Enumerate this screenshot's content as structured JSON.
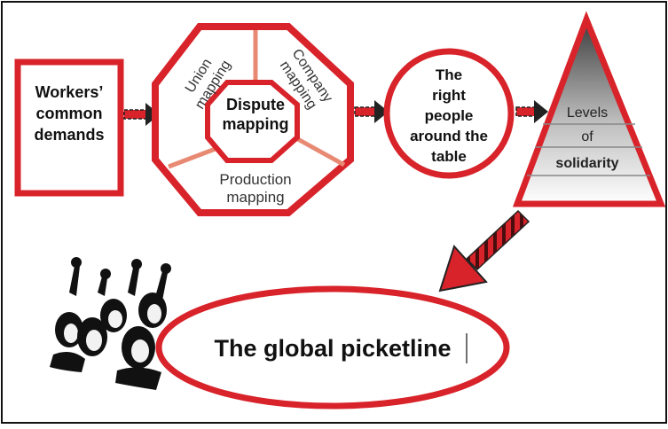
{
  "colors": {
    "accent_red": "#d8232a",
    "dark_red": "#b3171d",
    "divider_salmon": "#e88a73",
    "border_black": "#111111",
    "pyramid_gray_top": "#4a4a4a",
    "pyramid_gray_bottom": "#ffffff"
  },
  "boxes": {
    "demands": {
      "line1": "Workers’",
      "line2": "common",
      "line3": "demands"
    }
  },
  "octagon": {
    "center_line1": "Dispute",
    "center_line2": "mapping",
    "union_line1": "Union",
    "union_line2": "mapping",
    "company_line1": "Company",
    "company_line2": "mapping",
    "production_line1": "Production",
    "production_line2": "mapping"
  },
  "circle": {
    "line1": "The",
    "line2": "right",
    "line3": "people",
    "line4": "around the",
    "line5": "table"
  },
  "pyramid": {
    "level1": "Levels",
    "level2": "of",
    "level3": "solidarity"
  },
  "ellipse": {
    "label": "The global picketline"
  },
  "icons": {
    "crowd": "protesters-raised-fists-icon"
  }
}
